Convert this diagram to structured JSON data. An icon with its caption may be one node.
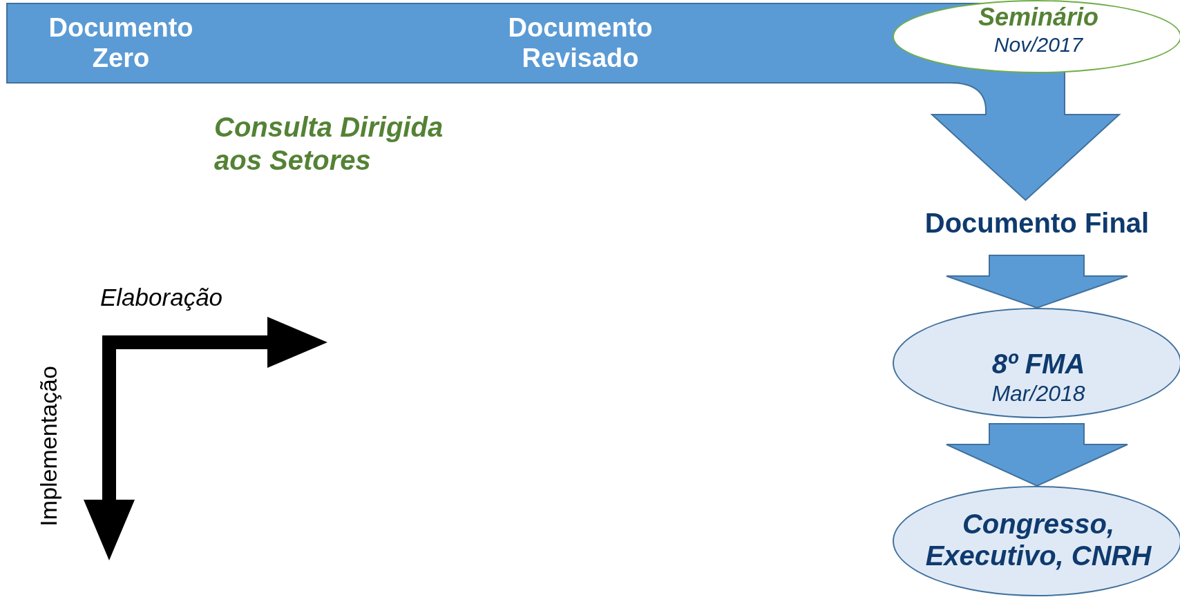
{
  "diagram": {
    "nodes": [
      {
        "text": [
          "Documento Zero",
          "Documento Revisado"
        ]
      },
      {
        "text": [
          "Seminário",
          "Nov/2017"
        ]
      },
      {
        "text": [
          "Documento Final"
        ]
      },
      {
        "text": [
          "8º FMA",
          "Mar/2018"
        ]
      },
      {
        "text": [
          "Congresso, Executivo, CNRH"
        ]
      }
    ],
    "edges": [
      {
        "from": 0,
        "to": 2,
        "arrow": "to"
      },
      {
        "from": 2,
        "to": 3,
        "arrow": "to"
      },
      {
        "from": 3,
        "to": 4,
        "arrow": "to"
      }
    ],
    "labels": [
      "Consulta Dirigida aos Setores",
      "Elaboração",
      "Implementação"
    ]
  }
}
